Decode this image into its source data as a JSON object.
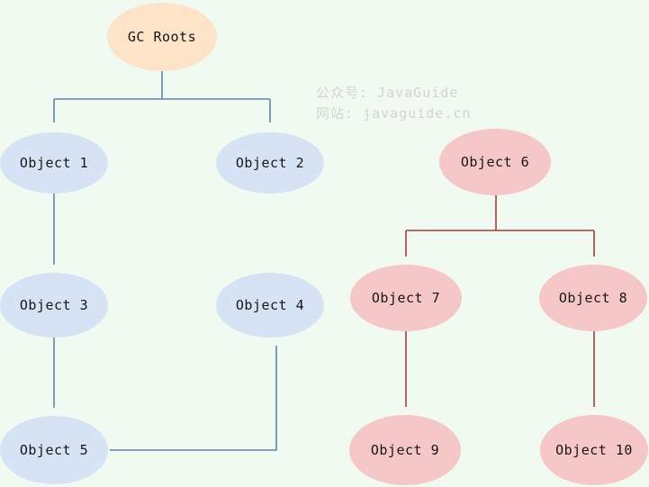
{
  "title": "GC Roots reachability diagram",
  "watermark": {
    "line1": "公众号: JavaGuide",
    "line2": "网站: javaguide.cn"
  },
  "colors": {
    "background": "#f1faf0",
    "root_fill": "#fde3c8",
    "reachable_fill": "#d6e3f5",
    "unreachable_fill": "#f6c7c7",
    "blue_edge": "#5e83bb",
    "red_edge": "#a93c35",
    "label_text": "#161616",
    "watermark_text": "#d3d3d3"
  },
  "diagram": {
    "nodes": [
      {
        "id": "gc-roots",
        "label": "GC Roots",
        "type": "root"
      },
      {
        "id": "object-1",
        "label": "Object 1",
        "type": "reachable"
      },
      {
        "id": "object-2",
        "label": "Object 2",
        "type": "reachable"
      },
      {
        "id": "object-3",
        "label": "Object 3",
        "type": "reachable"
      },
      {
        "id": "object-4",
        "label": "Object 4",
        "type": "reachable"
      },
      {
        "id": "object-5",
        "label": "Object 5",
        "type": "reachable"
      },
      {
        "id": "object-6",
        "label": "Object 6",
        "type": "unreachable"
      },
      {
        "id": "object-7",
        "label": "Object 7",
        "type": "unreachable"
      },
      {
        "id": "object-8",
        "label": "Object 8",
        "type": "unreachable"
      },
      {
        "id": "object-9",
        "label": "Object 9",
        "type": "unreachable"
      },
      {
        "id": "object-10",
        "label": "Object 10",
        "type": "unreachable"
      }
    ],
    "edges": [
      {
        "from": "gc-roots",
        "to": "object-1",
        "color": "#5e83bb"
      },
      {
        "from": "gc-roots",
        "to": "object-2",
        "color": "#5e83bb"
      },
      {
        "from": "object-1",
        "to": "object-3",
        "color": "#5e83bb"
      },
      {
        "from": "object-3",
        "to": "object-5",
        "color": "#5e83bb"
      },
      {
        "from": "object-5",
        "to": "object-4",
        "color": "#5e83bb"
      },
      {
        "from": "object-6",
        "to": "object-7",
        "color": "#a93c35"
      },
      {
        "from": "object-6",
        "to": "object-8",
        "color": "#a93c35"
      },
      {
        "from": "object-7",
        "to": "object-9",
        "color": "#a93c35"
      },
      {
        "from": "object-8",
        "to": "object-10",
        "color": "#a93c35"
      }
    ]
  }
}
